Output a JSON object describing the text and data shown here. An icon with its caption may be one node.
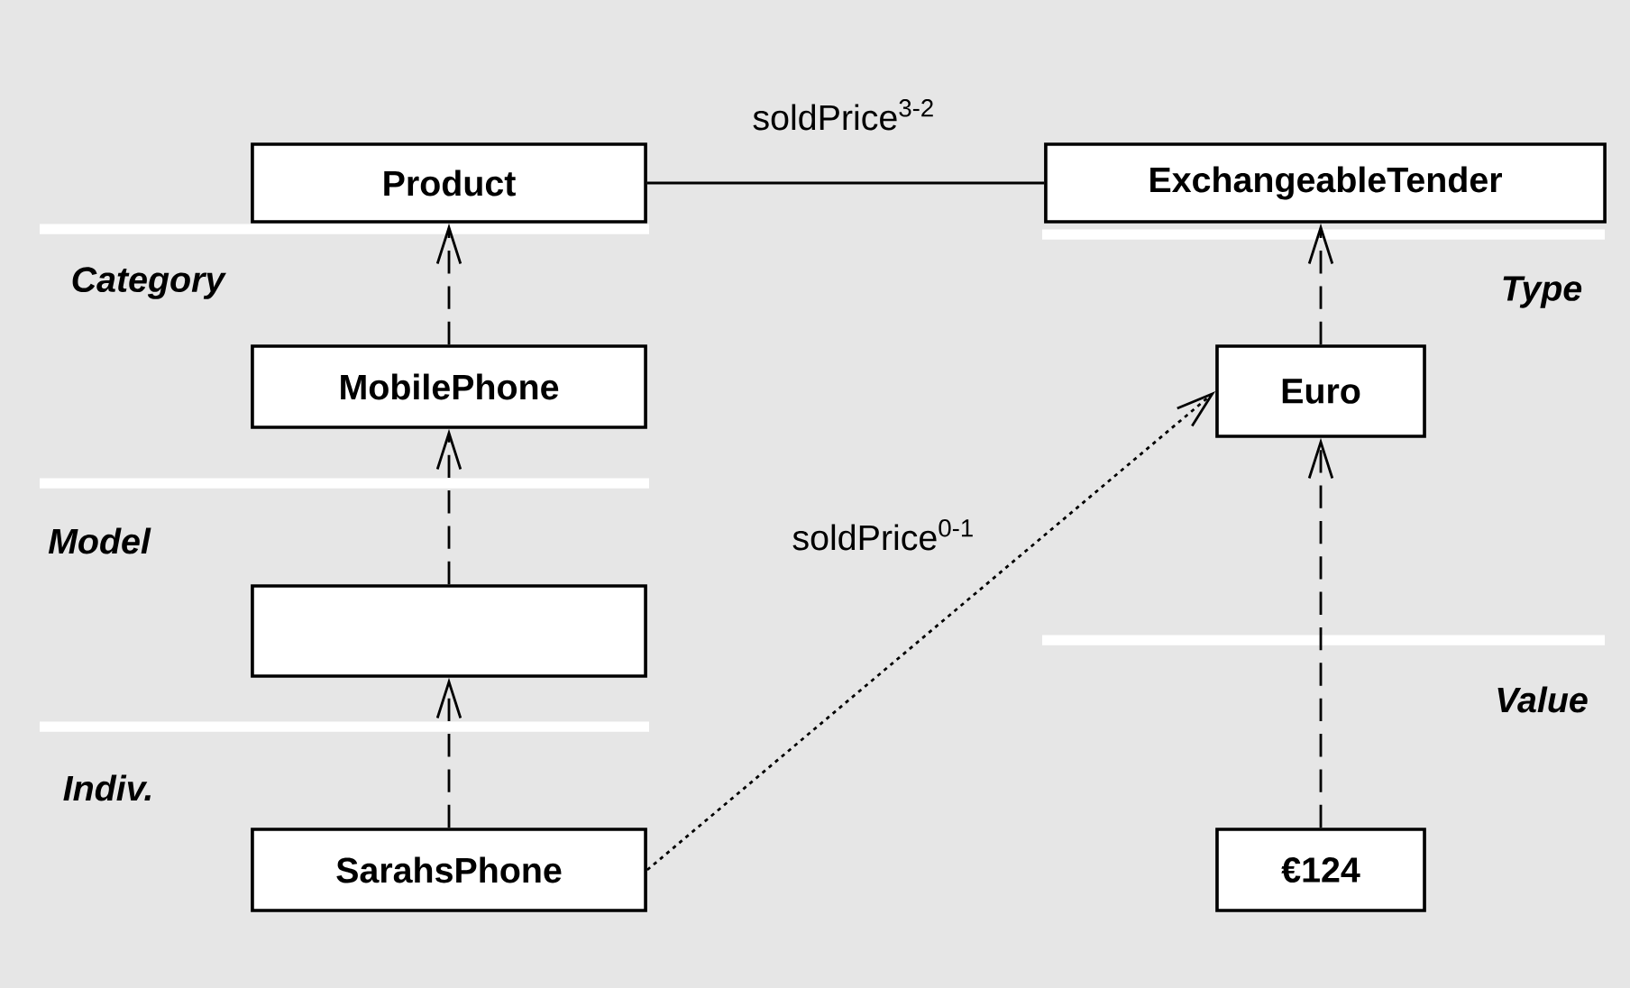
{
  "diagram": {
    "nodes": [
      {
        "text": [
          "Product"
        ]
      },
      {
        "text": [
          "ExchangeableTender"
        ]
      },
      {
        "text": [
          "MobilePhone"
        ]
      },
      {
        "text": [
          "Euro"
        ]
      },
      {
        "text": [],
        "shape": "box"
      },
      {
        "text": [
          "SarahsPhone"
        ]
      },
      {
        "text": [
          "€124"
        ]
      }
    ],
    "edges": [
      {
        "from": 0,
        "to": 1,
        "arrow": "none",
        "label": "soldPrice$^{3-2}$"
      },
      {
        "from": 2,
        "to": 0,
        "arrow": "to",
        "style": "dashed"
      },
      {
        "from": 4,
        "to": 2,
        "arrow": "to",
        "style": "dashed"
      },
      {
        "from": 5,
        "to": 4,
        "arrow": "to",
        "style": "dashed"
      },
      {
        "from": 3,
        "to": 1,
        "arrow": "to",
        "style": "dashed"
      },
      {
        "from": 6,
        "to": 3,
        "arrow": "to",
        "style": "dashed"
      },
      {
        "from": 5,
        "to": 3,
        "arrow": "to",
        "style": "dashed",
        "label": "soldPrice$^{0-1}$"
      }
    ],
    "labels": [
      "Category",
      "Type",
      "Model",
      "Value",
      "Indiv."
    ]
  }
}
